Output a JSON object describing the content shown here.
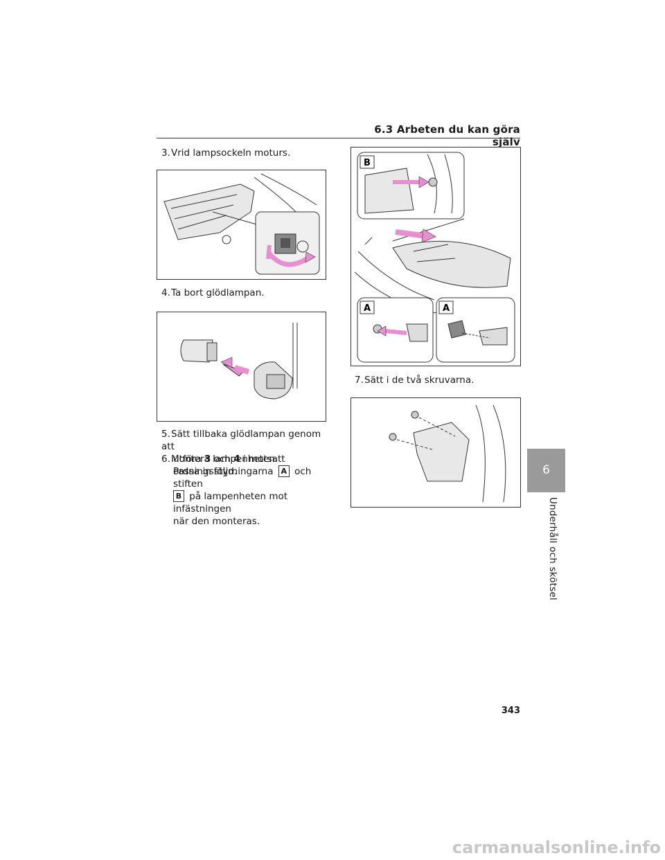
{
  "header": {
    "section_title": "6.3  Arbeten du kan göra själv"
  },
  "steps": {
    "step3": {
      "num": "3.",
      "text": "Vrid lampsockeln moturs."
    },
    "step4": {
      "num": "4.",
      "text": "Ta bort glödlampan."
    },
    "step5": {
      "num": "5.",
      "line1": "Sätt tillbaka glödlampan genom att",
      "line2_prefix": "utföra ",
      "ref_a": "3",
      "line2_mid": " och ",
      "ref_b": "4",
      "line2_suffix": " i motsatt ordningsföljd."
    },
    "step6": {
      "num": "6.",
      "text": "Montera lampenheten.",
      "para_pre": "Passa in styrningarna",
      "tag_a": "A",
      "para_mid": "och stiften",
      "tag_b": "B",
      "para_post1": "på lampenheten mot infästningen",
      "para_post2": "när den monteras."
    },
    "step7": {
      "num": "7.",
      "text": "Sätt i de två skruvarna."
    }
  },
  "figures": {
    "callout_b": "B",
    "callout_a_left": "A",
    "callout_a_right": "A"
  },
  "sidebar": {
    "chapter_number": "6",
    "chapter_label": "Underhåll och skötsel"
  },
  "footer": {
    "page_number": "343"
  },
  "watermark": "carmanualsonline.info",
  "colors": {
    "arrow": "#e88fd0",
    "tab": "#9a9a9a"
  }
}
